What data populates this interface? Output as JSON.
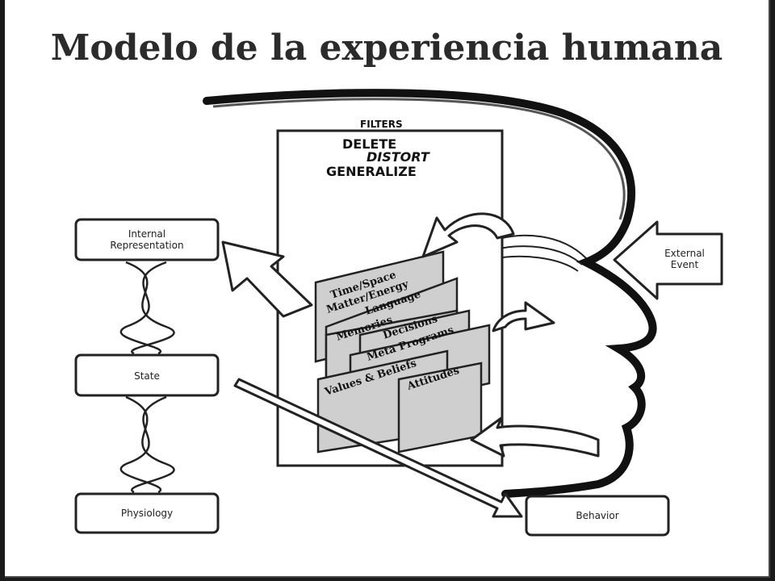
{
  "title": "Modelo de la experiencia humana",
  "diagram": {
    "filters_header": "FILTERS",
    "filters": [
      "DELETE",
      "DISTORT",
      "GENERALIZE"
    ],
    "cards": [
      "Time/Space",
      "Matter/Energy",
      "Language",
      "Memories",
      "Decisions",
      "Meta Programs",
      "Values & Beliefs",
      "Attitudes"
    ],
    "boxes": {
      "internal_line1": "Internal",
      "internal_line2": "Representation",
      "state": "State",
      "physiology": "Physiology",
      "behavior": "Behavior"
    },
    "external_event_line1": "External",
    "external_event_line2": "Event"
  }
}
